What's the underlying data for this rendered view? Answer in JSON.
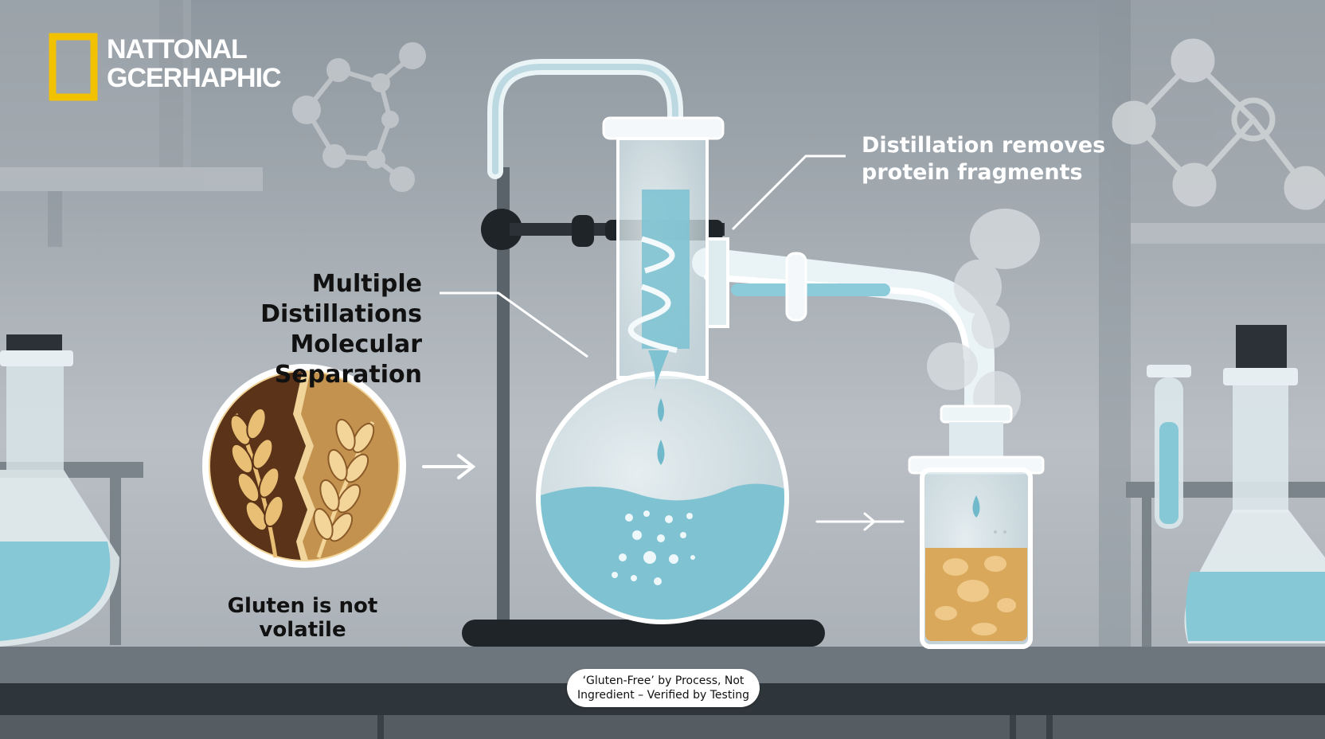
{
  "logo": {
    "line1": "NATTONAL",
    "line2": "GCERHAPHIC",
    "frame_color": "#f2c200"
  },
  "labels": {
    "left_heading_line1": "Multiple Distillations",
    "left_heading_line2": "Molecular Separation",
    "right_heading_line1": "Distillation removes",
    "right_heading_line2": "protein fragments",
    "grain_caption": "Gluten is not volatile"
  },
  "badge": {
    "line1": "‘Gluten-Free’ by Process, Not",
    "line2": "Ingredient – Verified by Testing"
  },
  "colors": {
    "background": "#9aa2aa",
    "liquid": "#7fc3d3",
    "residue": "#d9a85a",
    "stand": "#1e2428"
  },
  "icons": [
    "wheat-icon",
    "arrow-right-icon",
    "molecule-icon",
    "droplet-icon"
  ]
}
